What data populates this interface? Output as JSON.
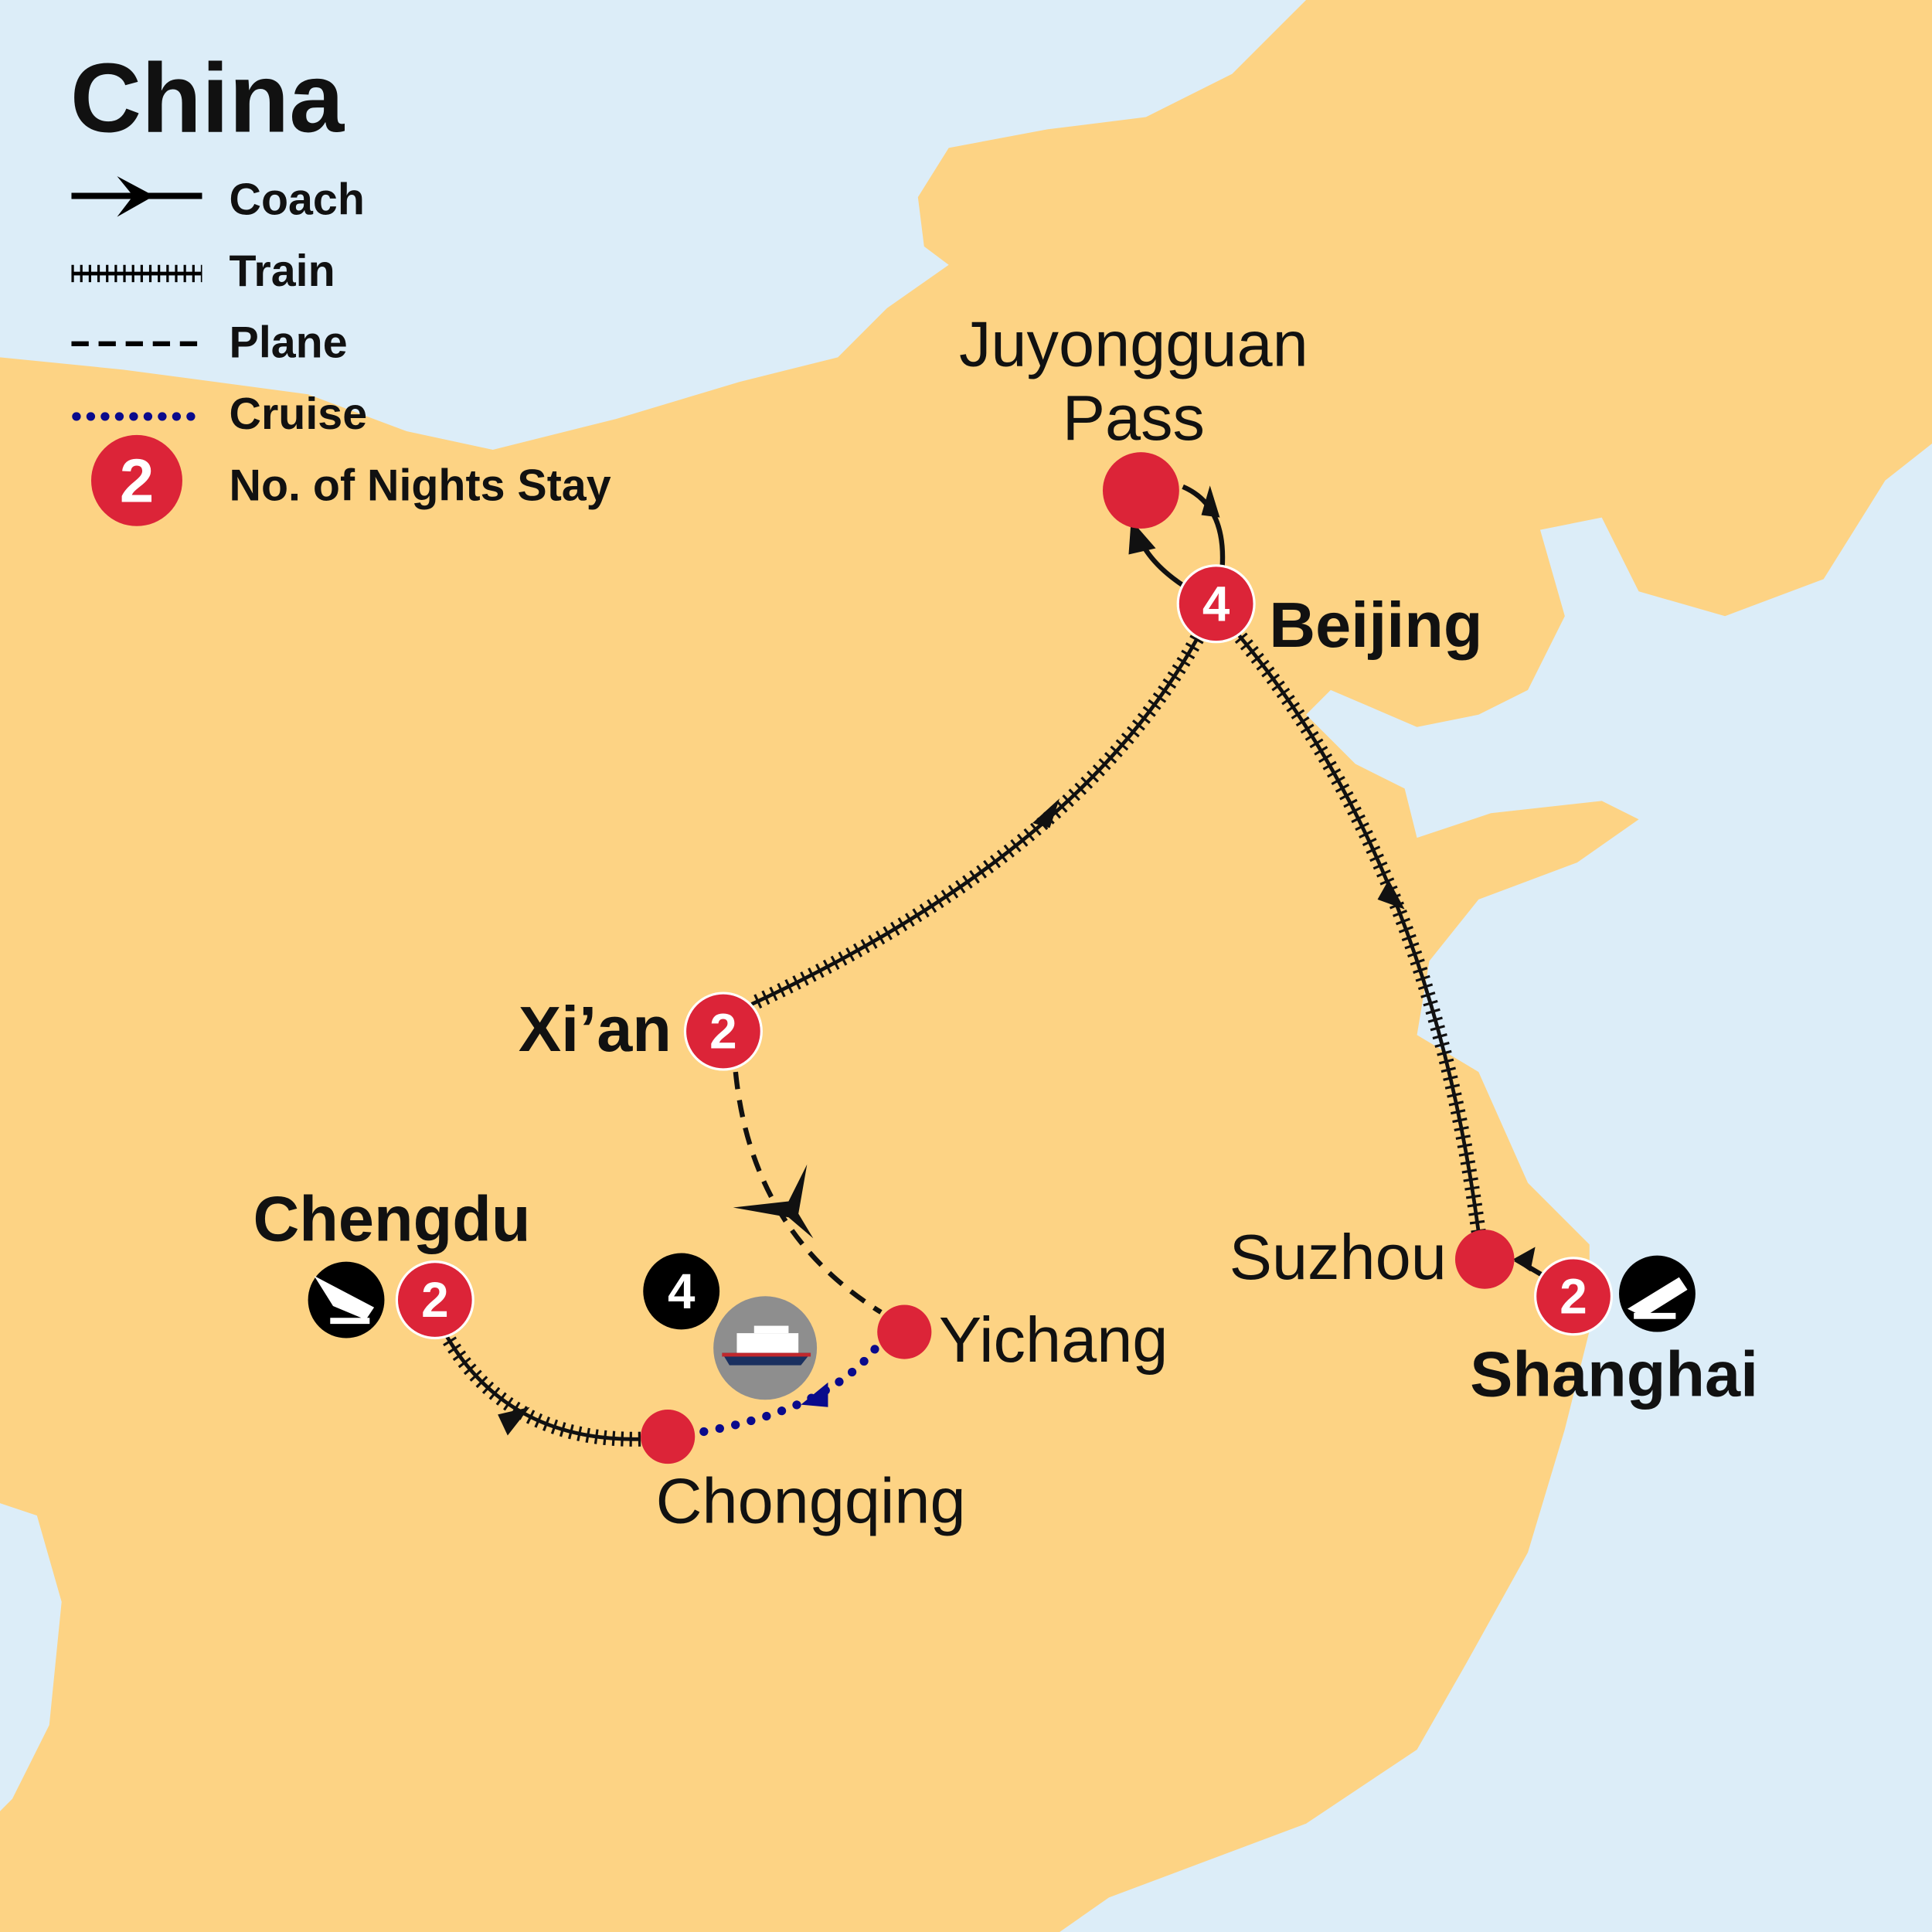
{
  "title": "China",
  "legend": [
    {
      "label": "Coach",
      "icon": "coach-line-icon"
    },
    {
      "label": "Train",
      "icon": "train-line-icon"
    },
    {
      "label": "Plane",
      "icon": "plane-line-icon"
    },
    {
      "label": "Cruise",
      "icon": "cruise-line-icon"
    },
    {
      "label": "No. of Nights Stay",
      "sample_value": "2",
      "icon": "nights-badge-icon"
    }
  ],
  "cities": {
    "juyongguan_line1": "Juyongguan",
    "juyongguan_line2": "Pass",
    "beijing": {
      "name": "Beijing",
      "nights": "4"
    },
    "xian": {
      "name": "Xi’an",
      "nights": "2"
    },
    "chengdu": {
      "name": "Chengdu",
      "nights": "2"
    },
    "chongqing": {
      "name": "Chongqing"
    },
    "yichang": {
      "name": "Yichang"
    },
    "suzhou": {
      "name": "Suzhou"
    },
    "shanghai": {
      "name": "Shanghai",
      "nights": "2"
    }
  },
  "cruise_nights": "4",
  "colors": {
    "land": "#fdd384",
    "sea": "#dcedf8",
    "stop": "#dc2438",
    "cruise": "#0a0a8c",
    "route": "#111111"
  }
}
